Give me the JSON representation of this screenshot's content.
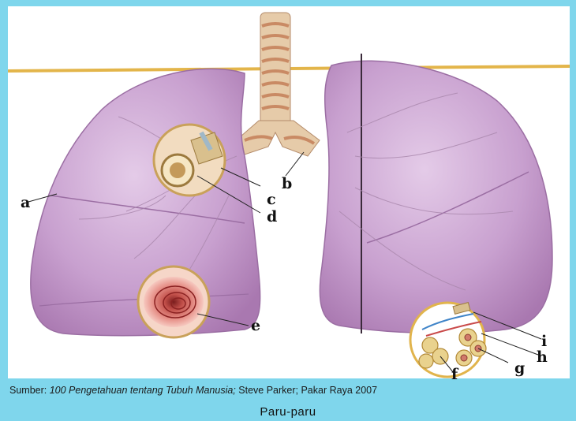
{
  "labels": {
    "a": "a",
    "b": "b",
    "c": "c",
    "d": "d",
    "e": "e",
    "f": "f",
    "g": "g",
    "h": "h",
    "i": "i"
  },
  "source": {
    "prefix": "Sumber: ",
    "title": "100 Pengetahuan tentang Tubuh Manusia;",
    "rest": " Steve Parker; Pakar Raya 2007"
  },
  "caption": "Paru-paru",
  "colors": {
    "background": "#7fd6ec",
    "lung": "#c9a3cf",
    "trachea": "#e3c6a6",
    "rope": "#e3b54a"
  }
}
